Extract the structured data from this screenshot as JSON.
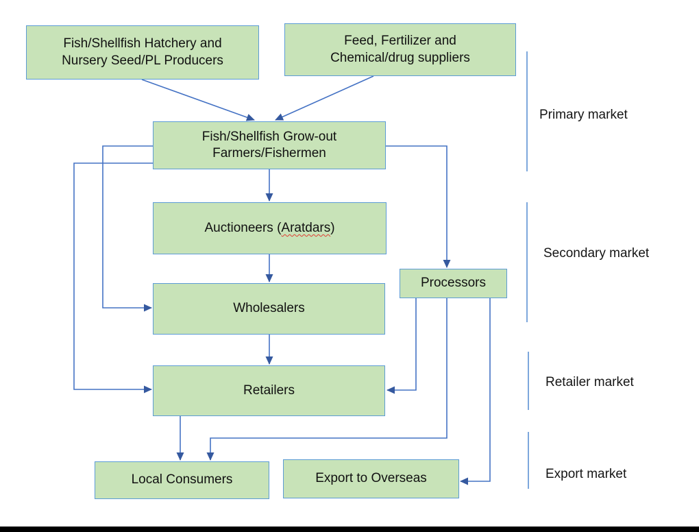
{
  "colors": {
    "box_fill": "#c8e3b8",
    "box_border": "#5b9bd5",
    "arrow_line": "#4472c4",
    "arrowhead": "#35599f",
    "bracket_line": "#7da7dc",
    "text": "#111111",
    "spellcheck_underline": "#e03c31",
    "bottom_bar": "#000000"
  },
  "boxes": {
    "hatchery": {
      "line1": "Fish/Shellfish Hatchery and",
      "line2": "Nursery Seed/PL Producers"
    },
    "feed_suppliers": {
      "line1": "Feed, Fertilizer and",
      "line2": "Chemical/drug suppliers"
    },
    "growout_farmers": {
      "line1": "Fish/Shellfish Grow-out",
      "line2": "Farmers/Fishermen"
    },
    "auctioneers": {
      "prefix": "Auctioneers (",
      "misspelled": "Aratdars",
      "suffix": ")"
    },
    "processors": {
      "label": "Processors"
    },
    "wholesalers": {
      "label": "Wholesalers"
    },
    "retailers": {
      "label": "Retailers"
    },
    "local_consumers": {
      "label": "Local Consumers"
    },
    "export_overseas": {
      "label": "Export to Overseas"
    }
  },
  "market_labels": {
    "primary": "Primary market",
    "secondary": "Secondary market",
    "retailer": "Retailer market",
    "export": "Export market"
  },
  "edges": [
    {
      "from": "hatchery",
      "to": "growout_farmers"
    },
    {
      "from": "feed_suppliers",
      "to": "growout_farmers"
    },
    {
      "from": "growout_farmers",
      "to": "auctioneers"
    },
    {
      "from": "growout_farmers",
      "to": "wholesalers"
    },
    {
      "from": "growout_farmers",
      "to": "retailers"
    },
    {
      "from": "growout_farmers",
      "to": "processors"
    },
    {
      "from": "auctioneers",
      "to": "wholesalers"
    },
    {
      "from": "wholesalers",
      "to": "retailers"
    },
    {
      "from": "processors",
      "to": "retailers"
    },
    {
      "from": "processors",
      "to": "local_consumers"
    },
    {
      "from": "processors",
      "to": "export_overseas"
    },
    {
      "from": "retailers",
      "to": "local_consumers"
    }
  ]
}
